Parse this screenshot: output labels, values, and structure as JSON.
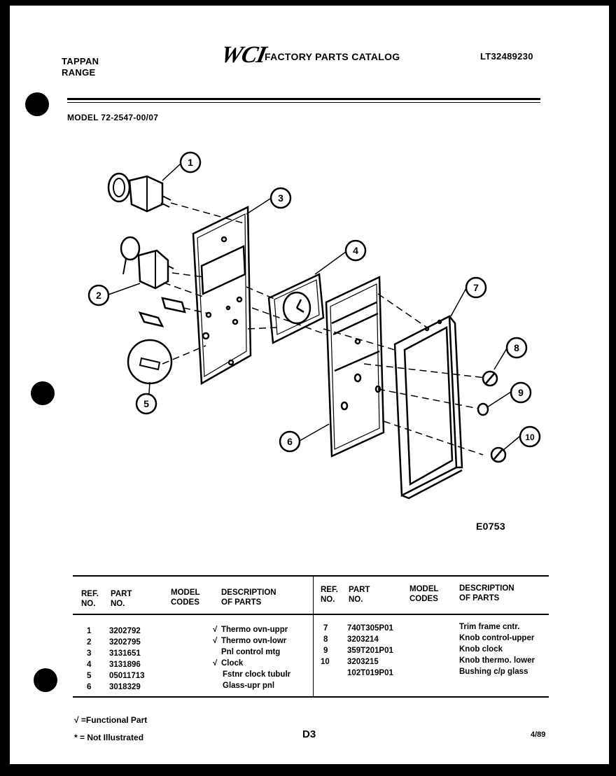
{
  "header": {
    "brand_line1": "TAPPAN",
    "brand_line2": "RANGE",
    "logo_text": "WCI",
    "catalog_title": "FACTORY PARTS CATALOG",
    "catalog_code": "LT32489230",
    "model_label": "MODEL 72-2547-00/07"
  },
  "diagram": {
    "callouts": [
      "1",
      "2",
      "3",
      "4",
      "5",
      "6",
      "7",
      "8",
      "9",
      "10"
    ],
    "figure_code": "E0753"
  },
  "parts_table": {
    "headers": {
      "ref_no": "REF.\nNO.",
      "part_no": "PART\nNO.",
      "model_codes": "MODEL\nCODES",
      "description": "DESCRIPTION\nOF PARTS"
    },
    "left": [
      {
        "ref": "1",
        "part": "3202792",
        "mark": "√",
        "desc": "Thermo ovn-uppr"
      },
      {
        "ref": "2",
        "part": "3202795",
        "mark": "√",
        "desc": "Thermo ovn-lowr"
      },
      {
        "ref": "3",
        "part": "3131651",
        "mark": "",
        "desc": "Pnl control mtg"
      },
      {
        "ref": "4",
        "part": "3131896",
        "mark": "√",
        "desc": "Clock"
      },
      {
        "ref": "5",
        "part": "05011713",
        "mark": "",
        "desc": "Fstnr clock tubulr"
      },
      {
        "ref": "6",
        "part": "3018329",
        "mark": "",
        "desc": "Glass-upr pnl"
      }
    ],
    "right": [
      {
        "ref": "7",
        "part": "740T305P01",
        "desc": "Trim frame cntr."
      },
      {
        "ref": "8",
        "part": "3203214",
        "desc": "Knob control-upper"
      },
      {
        "ref": "9",
        "part": "359T201P01",
        "desc": "Knob clock"
      },
      {
        "ref": "10",
        "part": "3203215",
        "desc": "Knob thermo. lower"
      },
      {
        "ref": "",
        "part": "102T019P01",
        "desc": "Bushing c/p glass"
      }
    ]
  },
  "footer": {
    "legend_functional": "√ =Functional Part",
    "legend_not_illustrated": "* = Not Illustrated",
    "page_code": "D3",
    "date_code": "4/89"
  }
}
